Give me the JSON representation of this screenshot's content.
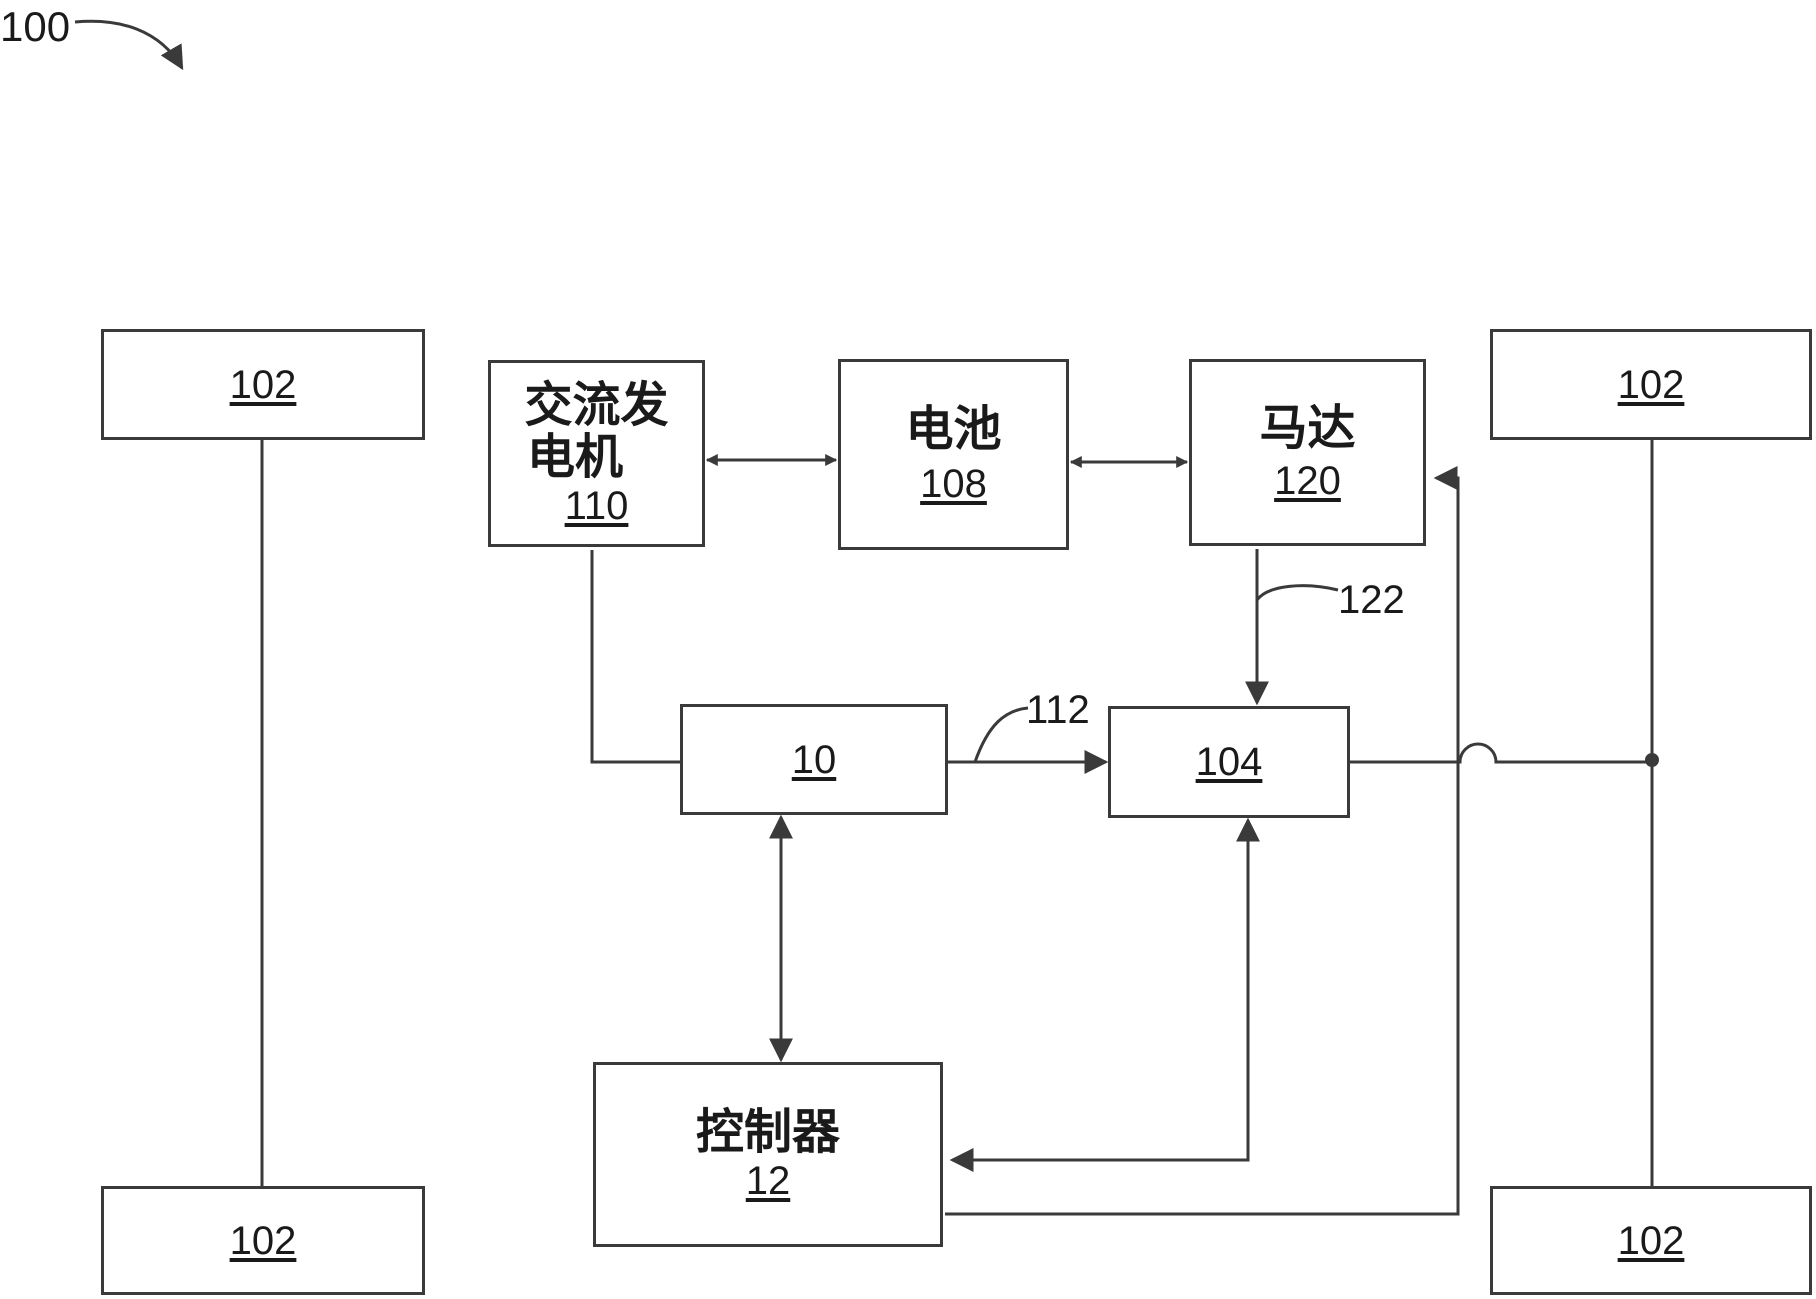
{
  "figure_ref": "100",
  "wheels": {
    "ref": "102"
  },
  "alternator": {
    "name_line1": "交流发",
    "name_line2": "电机",
    "ref": "110"
  },
  "battery": {
    "name": "电池",
    "ref": "108"
  },
  "motor": {
    "name": "马达",
    "ref": "120"
  },
  "block10": {
    "ref": "10"
  },
  "block104": {
    "ref": "104"
  },
  "controller": {
    "name": "控制器",
    "ref": "12"
  },
  "leaders": {
    "l112": "112",
    "l122": "122"
  },
  "colors": {
    "line": "#3a3a3a",
    "text": "#1a1a1a",
    "background": "#ffffff"
  }
}
